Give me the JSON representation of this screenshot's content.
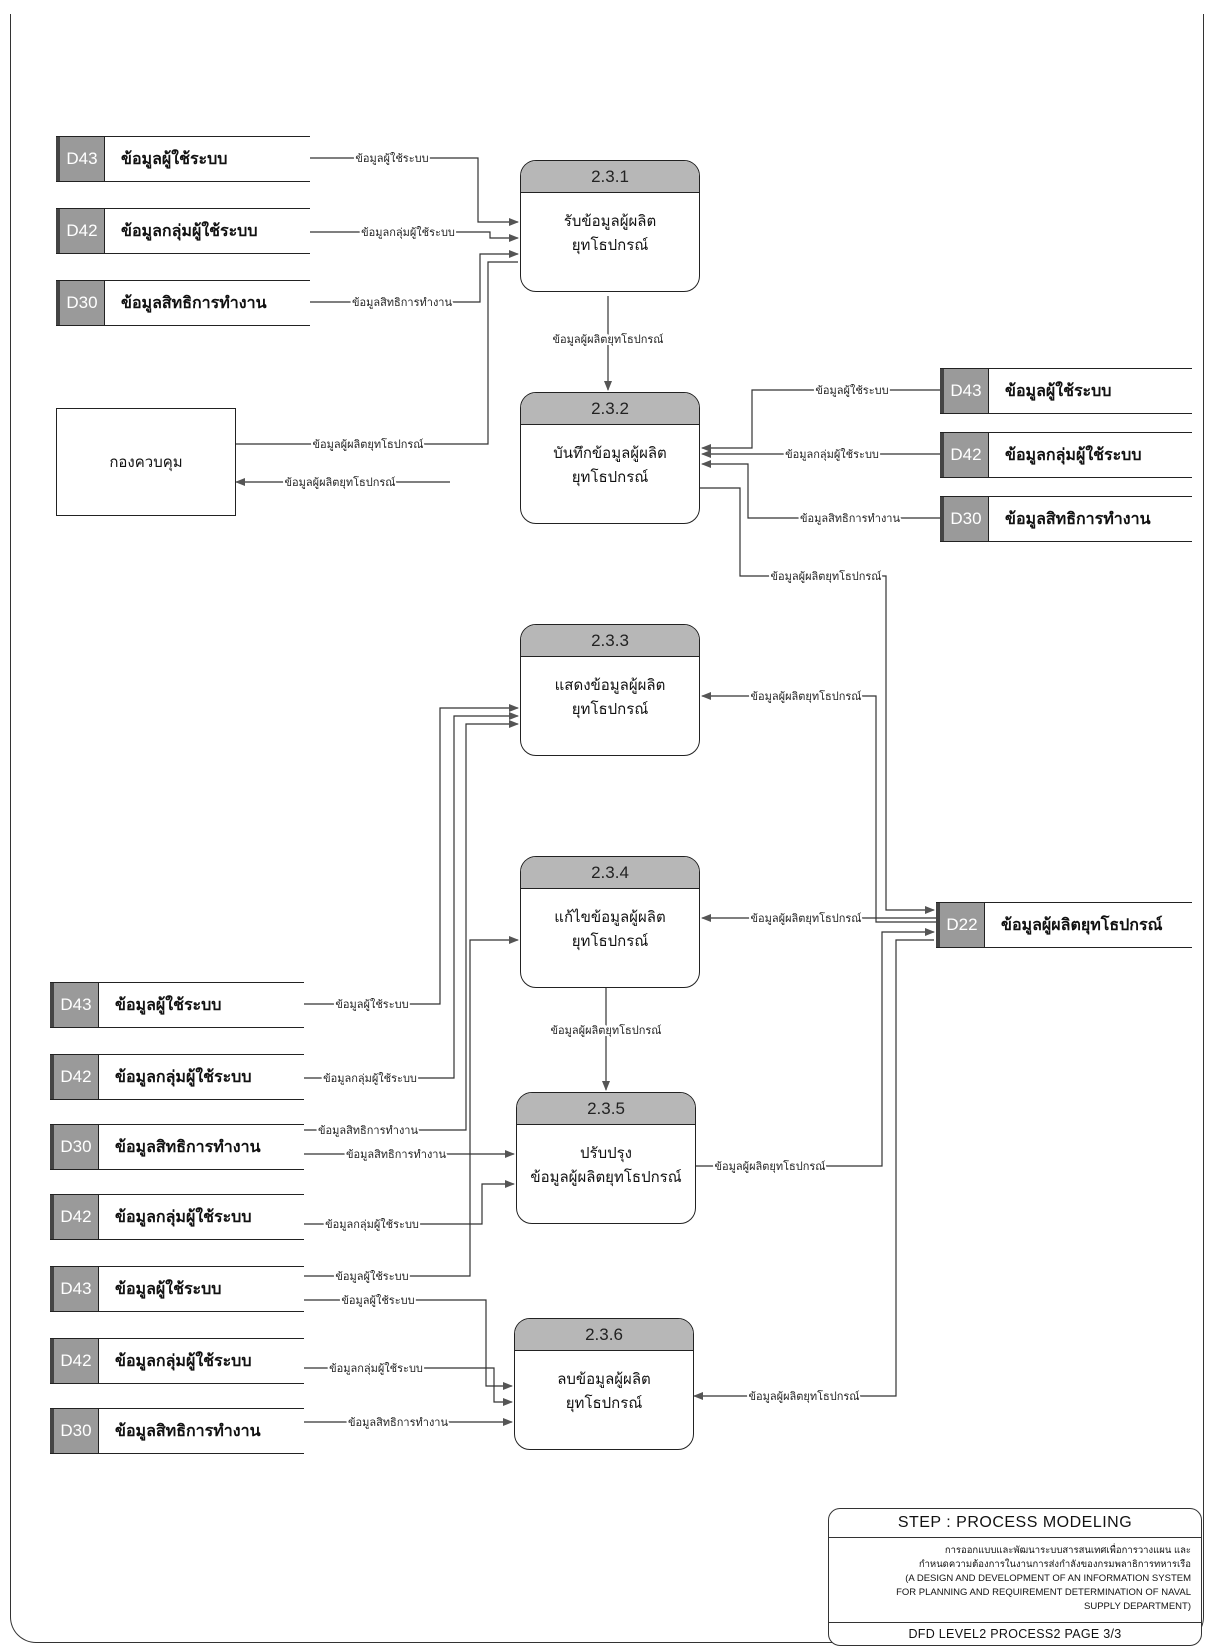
{
  "processes": [
    {
      "num": "2.3.1",
      "name_lines": [
        "รับข้อมูลผู้ผลิต",
        "ยุทโธปกรณ์"
      ]
    },
    {
      "num": "2.3.2",
      "name_lines": [
        "บันทึกข้อมูลผู้ผลิต",
        "ยุทโธปกรณ์"
      ]
    },
    {
      "num": "2.3.3",
      "name_lines": [
        "แสดงข้อมูลผู้ผลิต",
        "ยุทโธปกรณ์"
      ]
    },
    {
      "num": "2.3.4",
      "name_lines": [
        "แก้ไขข้อมูลผู้ผลิต",
        "ยุทโธปกรณ์"
      ]
    },
    {
      "num": "2.3.5",
      "name_lines": [
        "ปรับปรุง",
        "ข้อมูลผู้ผลิตยุทโธปกรณ์"
      ]
    },
    {
      "num": "2.3.6",
      "name_lines": [
        "ลบข้อมูลผู้ผลิต",
        "ยุทโธปกรณ์"
      ]
    }
  ],
  "stores": [
    {
      "id": "D43",
      "name": "ข้อมูลผู้ใช้ระบบ"
    },
    {
      "id": "D42",
      "name": "ข้อมูลกลุ่มผู้ใช้ระบบ"
    },
    {
      "id": "D30",
      "name": "ข้อมูลสิทธิการทำงาน"
    },
    {
      "id": "D43",
      "name": "ข้อมูลผู้ใช้ระบบ"
    },
    {
      "id": "D42",
      "name": "ข้อมูลกลุ่มผู้ใช้ระบบ"
    },
    {
      "id": "D30",
      "name": "ข้อมูลสิทธิการทำงาน"
    },
    {
      "id": "D22",
      "name": "ข้อมูลผู้ผลิตยุทโธปกรณ์"
    },
    {
      "id": "D43",
      "name": "ข้อมูลผู้ใช้ระบบ"
    },
    {
      "id": "D42",
      "name": "ข้อมูลกลุ่มผู้ใช้ระบบ"
    },
    {
      "id": "D30",
      "name": "ข้อมูลสิทธิการทำงาน"
    },
    {
      "id": "D42",
      "name": "ข้อมูลกลุ่มผู้ใช้ระบบ"
    },
    {
      "id": "D43",
      "name": "ข้อมูลผู้ใช้ระบบ"
    },
    {
      "id": "D42",
      "name": "ข้อมูลกลุ่มผู้ใช้ระบบ"
    },
    {
      "id": "D30",
      "name": "ข้อมูลสิทธิการทำงาน"
    }
  ],
  "entity": {
    "name": "กองควบคุม"
  },
  "flow_labels": [
    "ข้อมูลผู้ใช้ระบบ",
    "ข้อมูลกลุ่มผู้ใช้ระบบ",
    "ข้อมูลสิทธิการทำงาน",
    "ข้อมูลผู้ผลิตยุทโธปกรณ์",
    "ข้อมูลผู้ผลิตยุทโธปกรณ์",
    "ข้อมูลผู้ผลิตยุทโธปกรณ์",
    "ข้อมูลผู้ใช้ระบบ",
    "ข้อมูลกลุ่มผู้ใช้ระบบ",
    "ข้อมูลสิทธิการทำงาน",
    "ข้อมูลผู้ผลิตยุทโธปกรณ์",
    "ข้อมูลผู้ผลิตยุทโธปกรณ์",
    "ข้อมูลผู้ผลิตยุทโธปกรณ์",
    "ข้อมูลผู้ใช้ระบบ",
    "ข้อมูลผู้ผลิตยุทโธปกรณ์",
    "ข้อมูลกลุ่มผู้ใช้ระบบ",
    "ข้อมูลสิทธิการทำงาน",
    "ข้อมูลสิทธิการทำงาน",
    "ข้อมูลผู้ผลิตยุทโธปกรณ์",
    "ข้อมูลกลุ่มผู้ใช้ระบบ",
    "ข้อมูลผู้ใช้ระบบ",
    "ข้อมูลผู้ใช้ระบบ",
    "ข้อมูลกลุ่มผู้ใช้ระบบ",
    "ข้อมูลสิทธิการทำงาน",
    "ข้อมูลผู้ผลิตยุทโธปกรณ์"
  ],
  "title_block": {
    "step": "STEP : PROCESS MODELING",
    "line1": "การออกแบบและพัฒนาระบบสารสนเทศเพื่อการวางแผน และ",
    "line2": "กำหนดความต้องการในงานการส่งกำลังของกรมพลาธิการทหารเรือ",
    "line3": "(A DESIGN AND DEVELOPMENT OF AN INFORMATION SYSTEM",
    "line4": "FOR PLANNING AND REQUIREMENT DETERMINATION OF NAVAL",
    "line5": "SUPPLY DEPARTMENT)",
    "footer": "DFD LEVEL2 PROCESS2 PAGE 3/3"
  },
  "colors": {
    "line": "#222222",
    "store_id_fill": "#9a9a9a",
    "process_header": "#b7b7b7"
  }
}
